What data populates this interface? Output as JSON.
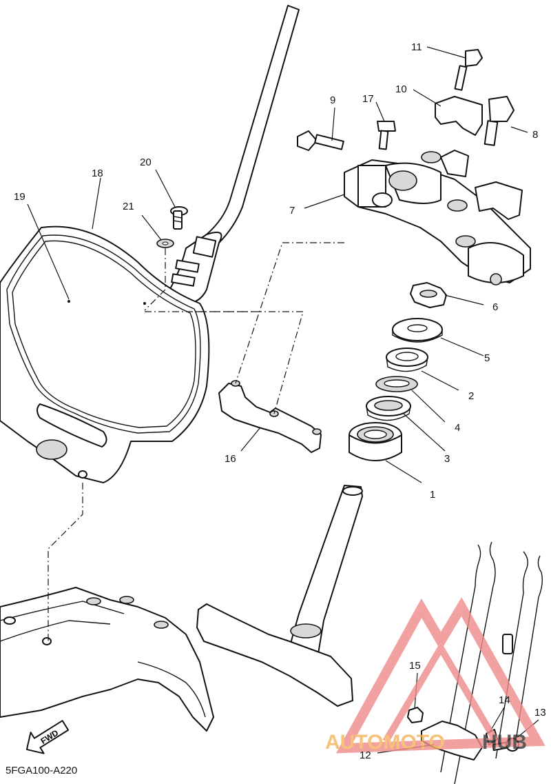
{
  "diagram": {
    "code": "5FGA100-A220",
    "fwd_label": "FWD",
    "watermark": {
      "text_left": "AUTOMOTO",
      "text_right": "HUB",
      "color_logo": "#f08a8a",
      "color_text": "#f5b25a",
      "color_text_right": "#333333"
    },
    "callouts": [
      {
        "id": "c1",
        "label": "1"
      },
      {
        "id": "c2",
        "label": "2"
      },
      {
        "id": "c3",
        "label": "3"
      },
      {
        "id": "c4",
        "label": "4"
      },
      {
        "id": "c5",
        "label": "5"
      },
      {
        "id": "c6",
        "label": "6"
      },
      {
        "id": "c7",
        "label": "7"
      },
      {
        "id": "c8",
        "label": "8"
      },
      {
        "id": "c9",
        "label": "9"
      },
      {
        "id": "c10",
        "label": "10"
      },
      {
        "id": "c11",
        "label": "11"
      },
      {
        "id": "c12",
        "label": "12"
      },
      {
        "id": "c13",
        "label": "13"
      },
      {
        "id": "c14",
        "label": "14"
      },
      {
        "id": "c15",
        "label": "15"
      },
      {
        "id": "c16",
        "label": "16"
      },
      {
        "id": "c17",
        "label": "17"
      },
      {
        "id": "c18",
        "label": "18"
      },
      {
        "id": "c19",
        "label": "19"
      },
      {
        "id": "c20",
        "label": "20"
      },
      {
        "id": "c21",
        "label": "21"
      }
    ]
  }
}
